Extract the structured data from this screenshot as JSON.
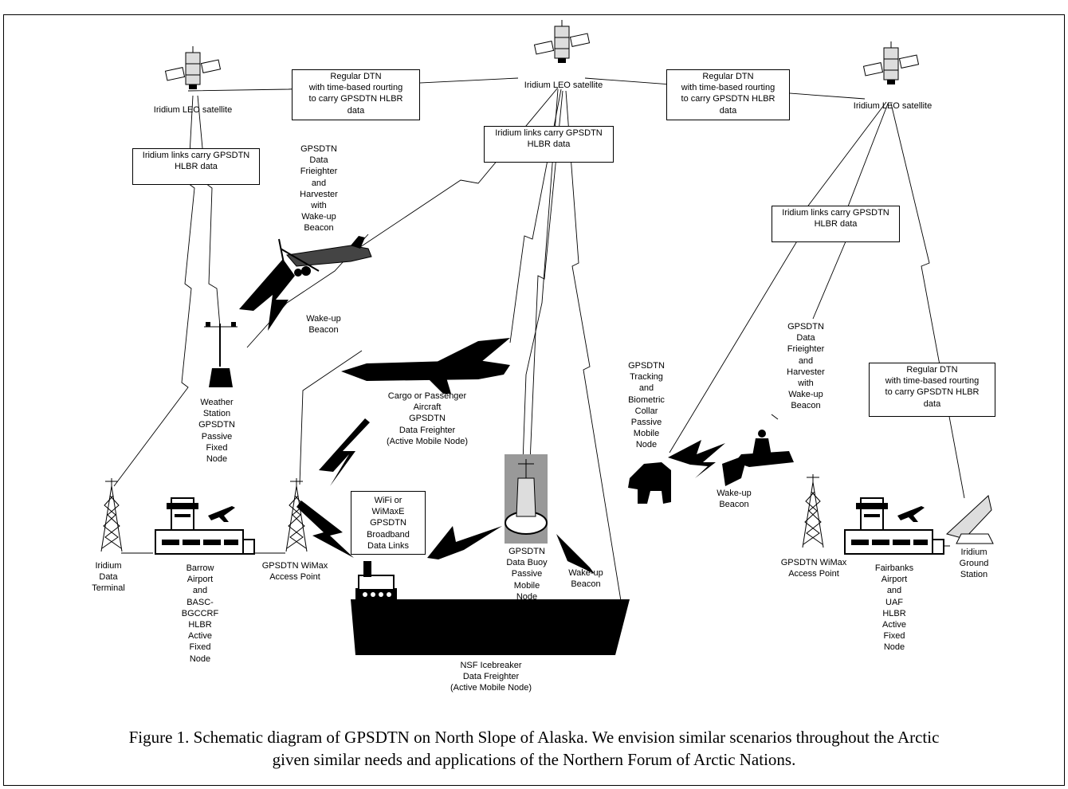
{
  "labels": {
    "sat_left": "Iridium LEO satellite",
    "sat_center": "Iridium LEO satellite",
    "sat_right": "Iridium LEO satellite",
    "freighter_aircraft": "GPSDTN\nData\nFrieighter\nand\nHarvester\nwith\nWake-up\nBeacon",
    "wakeup_beacon_1": "Wake-up\nBeacon",
    "weather_station": "Weather\nStation\nGPSDTN\nPassive\nFixed\nNode",
    "cargo_aircraft": "Cargo or Passenger\nAircraft\nGPSDTN\nData Freighter\n(Active Mobile Node)",
    "iridium_terminal": "Iridium\nData\nTerminal",
    "barrow_airport": "Barrow\nAirport\nand\nBASC-\nBGCCRF\nHLBR\nActive\nFixed\nNode",
    "wimax_left": "GPSDTN WiMax\nAccess Point",
    "buoy": "GPSDTN\nData Buoy\nPassive\nMobile\nNode",
    "wakeup_beacon_2": "Wake-up\nBeacon",
    "icebreaker": "NSF Icebreaker\nData Freighter\n(Active Mobile Node)",
    "collar": "GPSDTN\nTracking\nand\nBiometric\nCollar\nPassive\nMobile\nNode",
    "snowmobile_freighter": "GPSDTN\nData\nFrieighter\nand\nHarvester\nwith\nWake-up\nBeacon",
    "wakeup_beacon_3": "Wake-up\nBeacon",
    "wimax_right": "GPSDTN WiMax\nAccess Point",
    "fairbanks": "Fairbanks\nAirport\nand\nUAF\nHLBR\nActive\nFixed\nNode",
    "ground_station": "Iridium\nGround\nStation"
  },
  "boxes": {
    "dtn_left": "Regular DTN\nwith time-based rourting\nto carry GPSDTN HLBR\ndata",
    "dtn_right": "Regular DTN\nwith time-based rourting\nto carry GPSDTN HLBR\ndata",
    "dtn_ground": "Regular DTN\nwith time-based rourting\nto carry GPSDTN HLBR\ndata",
    "iridium_links_left": "Iridium links carry GPSDTN\nHLBR data",
    "iridium_links_center": "Iridium links carry GPSDTN\nHLBR data",
    "iridium_links_right": "Iridium links carry GPSDTN\nHLBR data",
    "wifi": "WiFi or\nWiMaxE\nGPSDTN\nBroadband\nData Links"
  },
  "caption": "Figure 1. Schematic diagram of GPSDTN on North Slope of Alaska.  We envision similar scenarios throughout the Arctic\ngiven similar needs and applications of the Northern Forum of Arctic Nations."
}
